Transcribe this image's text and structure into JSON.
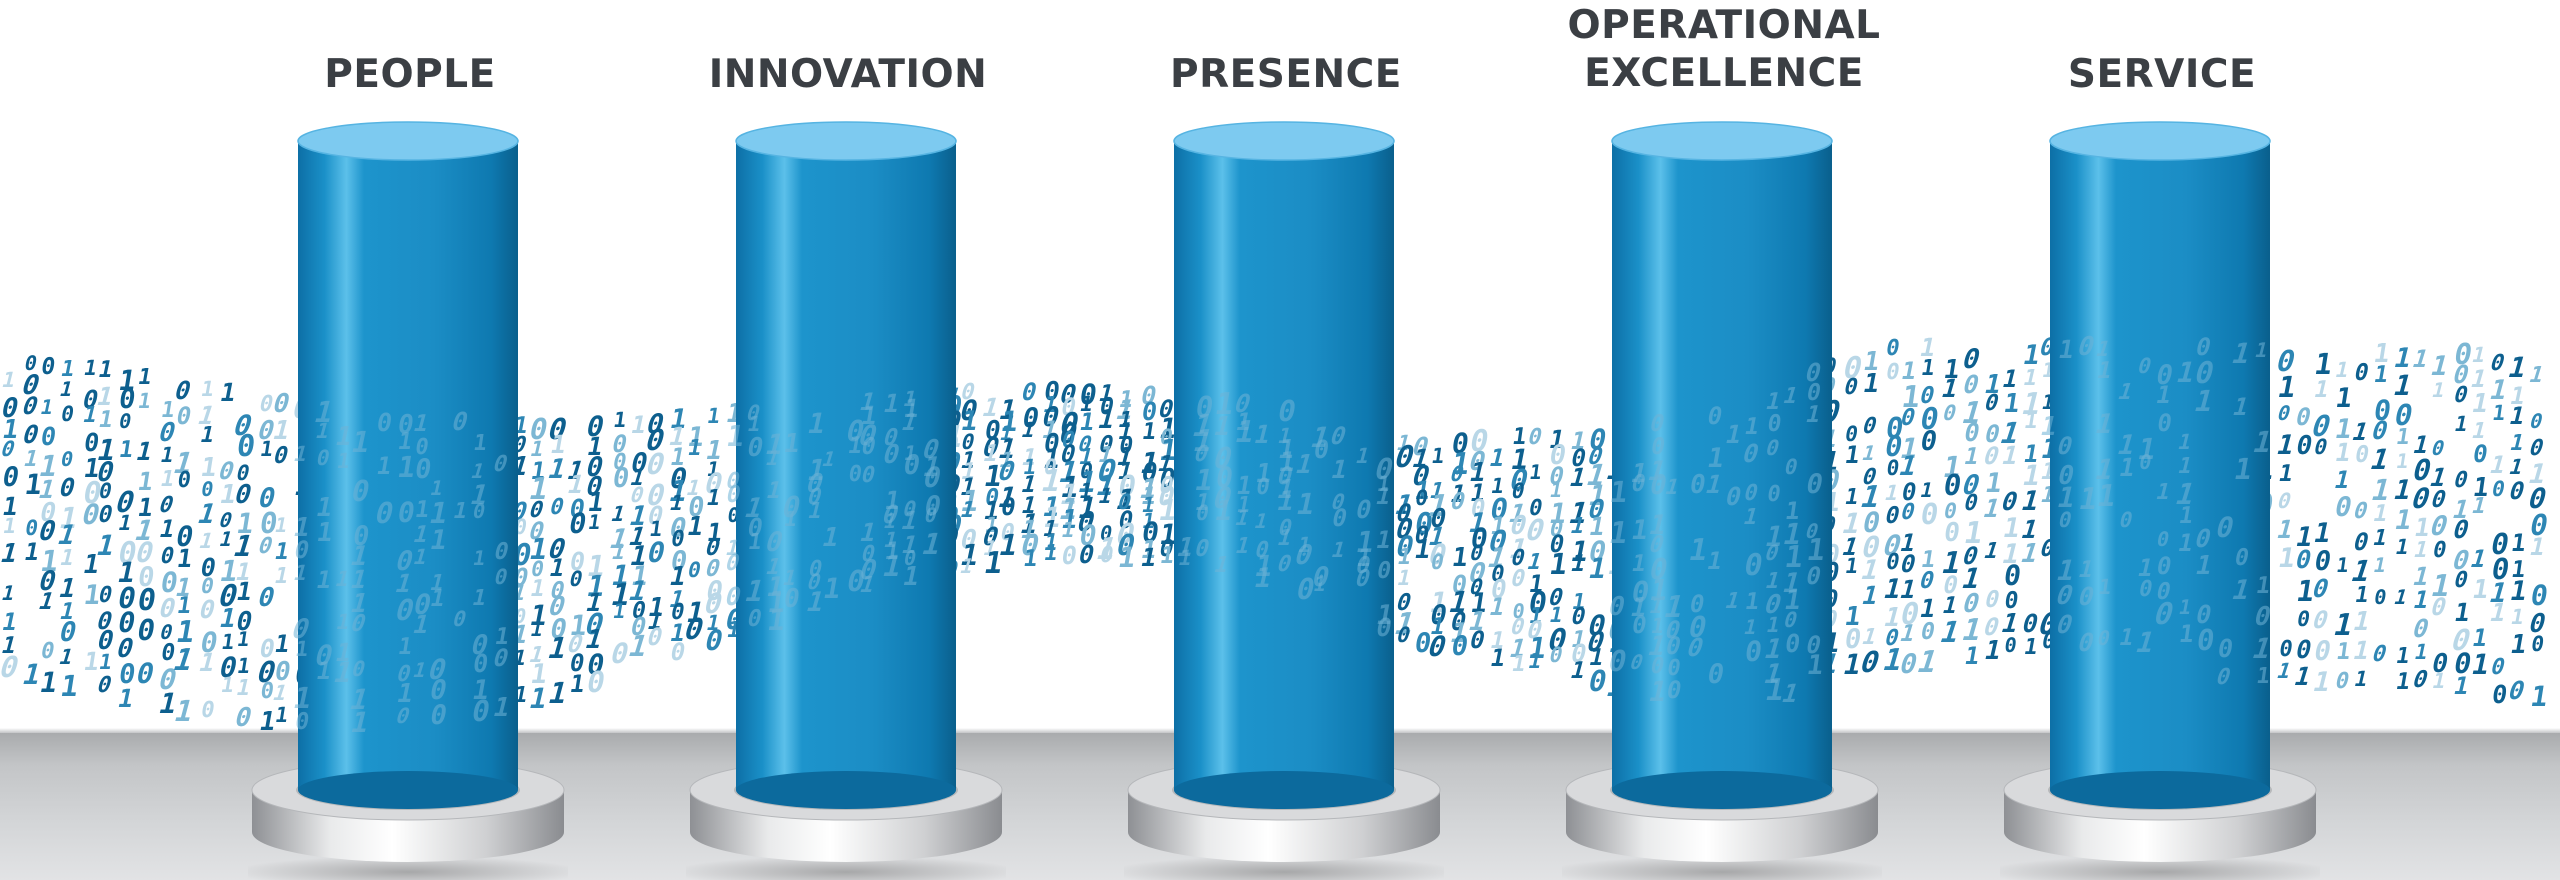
{
  "pillars": [
    {
      "label": "PEOPLE"
    },
    {
      "label": "INNOVATION"
    },
    {
      "label": "PRESENCE"
    },
    {
      "label": "OPERATIONAL\nEXCELLENCE"
    },
    {
      "label": "SERVICE"
    }
  ],
  "binary_digits": [
    "0",
    "1"
  ],
  "colors": {
    "pillar_blue": "#1c8cc4",
    "pillar_top": "#7dcaf0",
    "label_text": "#3b3f44",
    "binary_dark": "#0d5f8e",
    "binary_light": "#a9cde0",
    "floor": "#c3c5c7"
  }
}
